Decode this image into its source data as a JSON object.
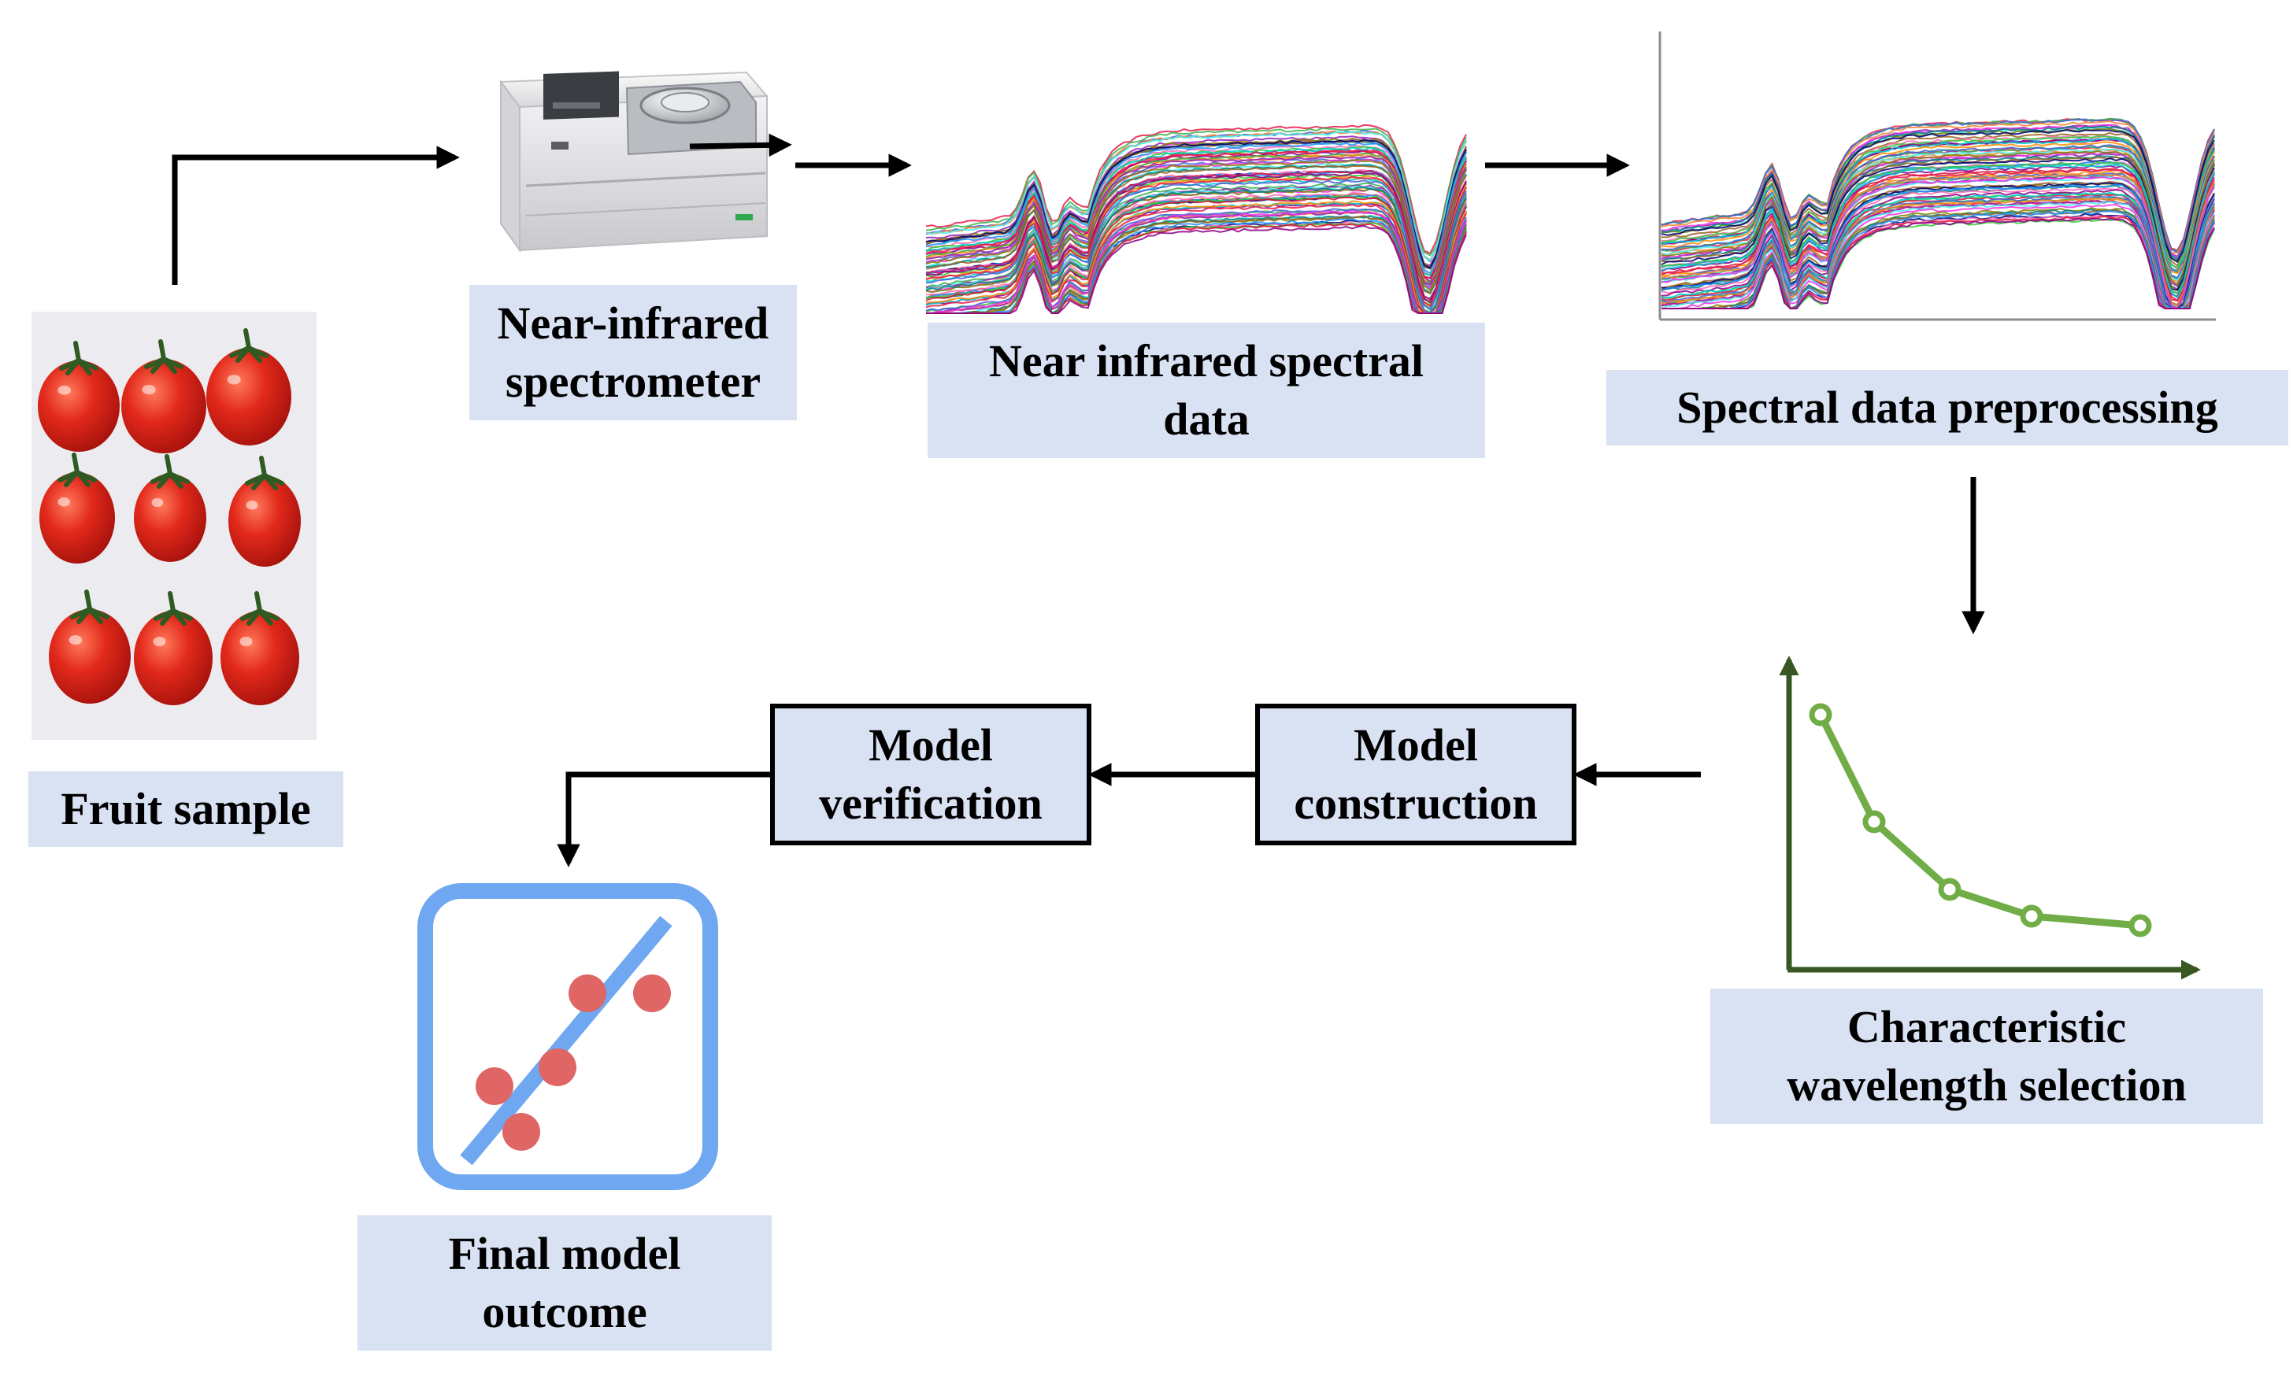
{
  "labels": {
    "fruit_sample": "Fruit sample",
    "spectrometer_line1": "Near-infrared",
    "spectrometer_line2": "spectrometer",
    "nir_data_line1": "Near infrared spectral",
    "nir_data_line2": "data",
    "preprocessing": "Spectral data preprocessing",
    "wavelength_line1": "Characteristic",
    "wavelength_line2": "wavelength selection",
    "model_construction_line1": "Model",
    "model_construction_line2": "construction",
    "model_verification_line1": "Model",
    "model_verification_line2": "verification",
    "final_line1": "Final model",
    "final_line2": "outcome"
  },
  "colors": {
    "label_fill": "#d9e2f3",
    "arrow": "#000000",
    "selection_curve": "#70ad47",
    "selection_axes": "#385723",
    "outcome_frame": "#6fa8f0",
    "outcome_points": "#e06666",
    "tomato": "#d92b1f"
  },
  "icons": {
    "spectrometer": "benchtop-spectrometer-icon",
    "spectra": "spectral-curves-icon",
    "selection": "decaying-curve-chart-icon",
    "outcome": "regression-scatter-icon",
    "photo": "tomato-photo"
  }
}
